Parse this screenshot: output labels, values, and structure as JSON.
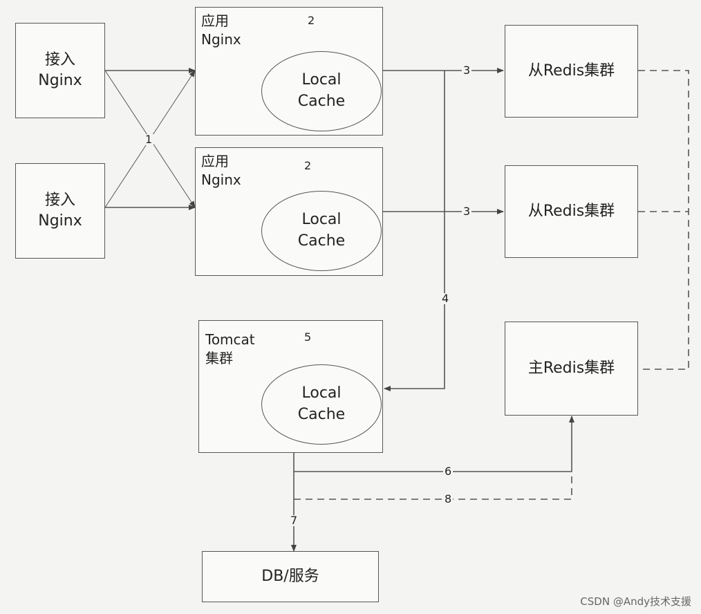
{
  "access_nginx": [
    {
      "line1": "接入",
      "line2": "Nginx"
    },
    {
      "line1": "接入",
      "line2": "Nginx"
    }
  ],
  "app_nginx": [
    {
      "line1": "应用",
      "line2": "Nginx",
      "cache_line1": "Local",
      "cache_line2": "Cache"
    },
    {
      "line1": "应用",
      "line2": "Nginx",
      "cache_line1": "Local",
      "cache_line2": "Cache"
    }
  ],
  "tomcat": {
    "line1": "Tomcat",
    "line2": "集群",
    "cache_line1": "Local",
    "cache_line2": "Cache"
  },
  "redis": {
    "slave1": "从Redis集群",
    "slave2": "从Redis集群",
    "master": "主Redis集群"
  },
  "db": "DB/服务",
  "steps": {
    "s1": "1",
    "s2a": "2",
    "s2b": "2",
    "s3a": "3",
    "s3b": "3",
    "s4": "4",
    "s5": "5",
    "s6": "6",
    "s7": "7",
    "s8": "8"
  },
  "watermark": "CSDN @Andy技术支援"
}
